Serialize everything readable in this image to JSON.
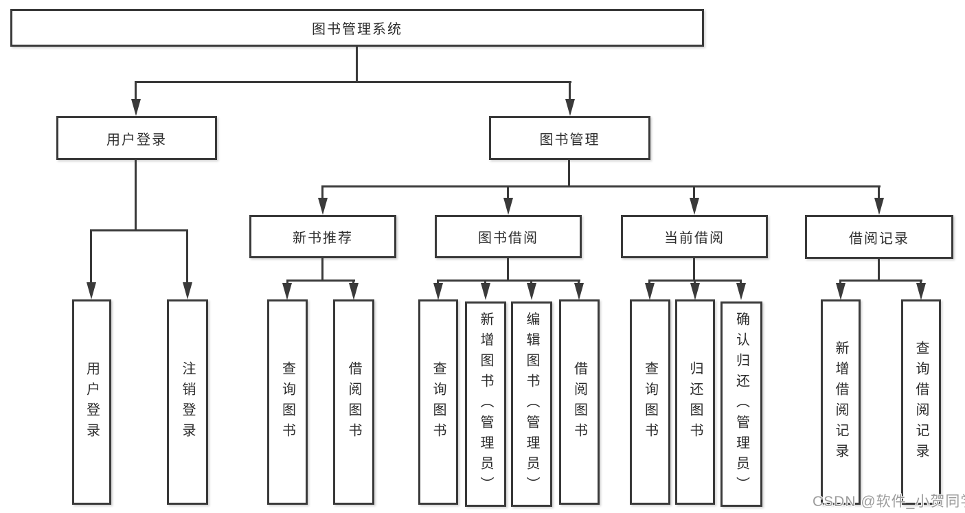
{
  "diagram": {
    "root": "图书管理系统",
    "level2": {
      "user_login": "用户登录",
      "book_management": "图书管理"
    },
    "level3": {
      "new_book_recommend": "新书推荐",
      "book_borrow": "图书借阅",
      "current_borrow": "当前借阅",
      "borrow_records": "借阅记录"
    },
    "leaves": {
      "user_login": "用户登录",
      "logout": "注销登录",
      "nb_query": "查询图书",
      "nb_borrow": "借阅图书",
      "bw_query": "查询图书",
      "bw_add": "新增图书（管理员）",
      "bw_edit": "编辑图书（管理员）",
      "bw_borrow": "借阅图书",
      "cur_query": "查询图书",
      "cur_return": "归还图书",
      "cur_confirm": "确认归还（管理员）",
      "rec_add": "新增借阅记录",
      "rec_query": "查询借阅记录"
    },
    "colors": {
      "line": "#3a3a3a",
      "text": "#2d2d2d",
      "background": "#ffffff",
      "watermark": "#9c9c9c"
    }
  },
  "watermark": "CSDN @软件_小贺同学"
}
